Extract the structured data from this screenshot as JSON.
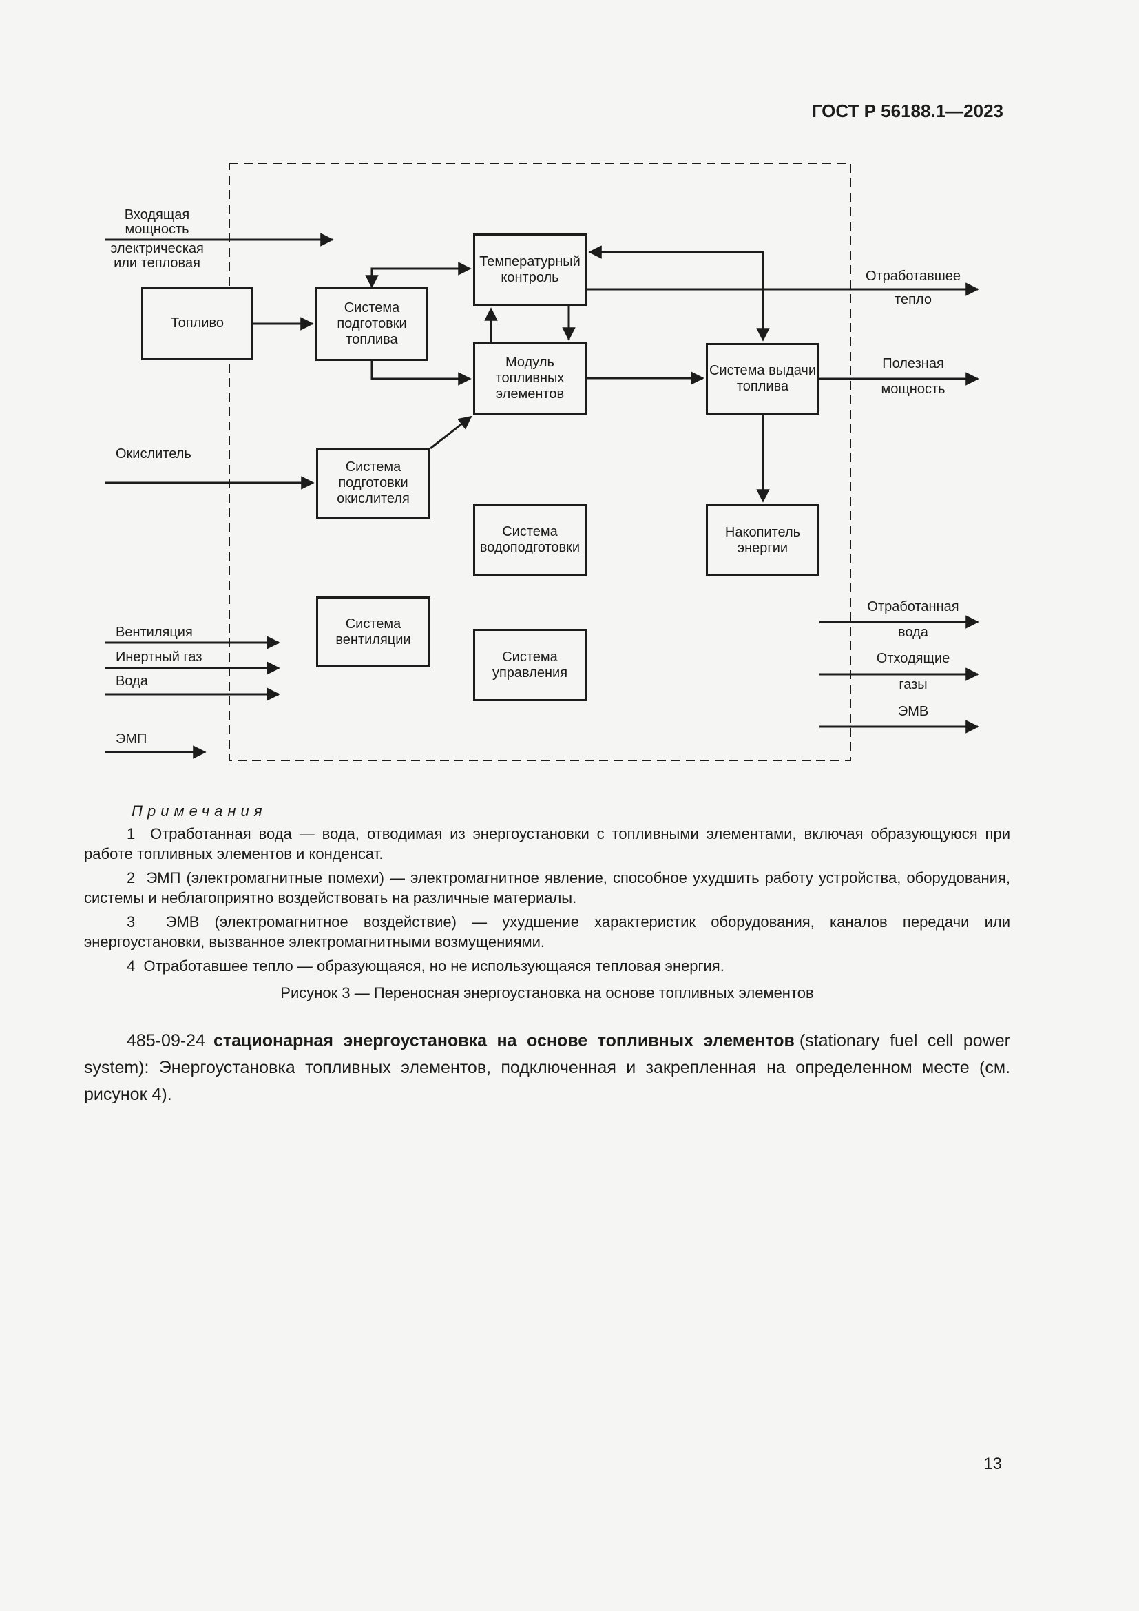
{
  "header": "ГОСТ Р 56188.1—2023",
  "page_number": "13",
  "colors": {
    "ink": "#1c1c1c",
    "paper": "#f5f5f3"
  },
  "figure": {
    "boxes": {
      "fuel": "Топливо",
      "fuel_prep": "Система\nподготовки\nтоплива",
      "temp_control": "Температурный\nконтроль",
      "fuel_cell_module": "Модуль\nтопливных\nэлементов",
      "fuel_delivery": "Система выдачи\nтоплива",
      "oxidizer_prep": "Система\nподготовки\nокислителя",
      "water_treatment": "Система\nводоподготовки",
      "energy_storage": "Накопитель\nэнергии",
      "ventilation_system": "Система\nвентиляции",
      "control_system": "Система\nуправления"
    },
    "io": {
      "input_power_top": "Входящая\nмощность",
      "input_power_bottom": "электрическая\nили тепловая",
      "oxidizer": "Окислитель",
      "ventilation": "Вентиляция",
      "inert_gas": "Инертный газ",
      "water": "Вода",
      "emp": "ЭМП",
      "waste_heat_1": "Отработавшее",
      "waste_heat_2": "тепло",
      "useful_power_1": "Полезная",
      "useful_power_2": "мощность",
      "waste_water_1": "Отработанная",
      "waste_water_2": "вода",
      "exhaust_1": "Отходящие",
      "exhaust_2": "газы",
      "emv": "ЭМВ"
    }
  },
  "notes": {
    "heading": "Примечания",
    "items": [
      {
        "num": "1",
        "text": "Отработанная вода — вода, отводимая из энергоустановки с топливными элементами, включая образующуюся при работе топливных элементов и конденсат."
      },
      {
        "num": "2",
        "text": "ЭМП (электромагнитные помехи) — электромагнитное явление, способное ухудшить работу устройства, оборудования, системы и неблагоприятно воздействовать на различные материалы."
      },
      {
        "num": "3",
        "text": "ЭМВ (электромагнитное воздействие) — ухудшение характеристик оборудования, каналов передачи или энергоустановки, вызванное электромагнитными возмущениями."
      },
      {
        "num": "4",
        "text": "Отработавшее тепло — образующаяся, но не использующаяся тепловая энергия."
      }
    ]
  },
  "caption": "Рисунок 3 — Переносная энергоустановка на основе топливных элементов",
  "definition": {
    "number": "485-09-24",
    "term": "стационарная энергоустановка на основе топливных элементов",
    "rest": "(stationary fuel cell power system): Энергоустановка топливных элементов, подключенная и закрепленная на определенном месте (см. рисунок 4)."
  }
}
